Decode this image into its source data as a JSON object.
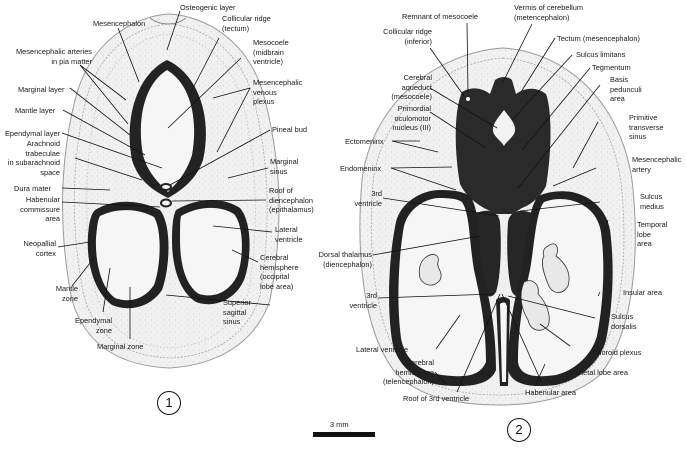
{
  "figures": [
    {
      "number": "1",
      "labels": [
        {
          "id": "mesencephalon",
          "text": "Mesencephalon"
        },
        {
          "id": "osteogenic-layer",
          "text": "Osteogenic layer"
        },
        {
          "id": "collicular-ridge-tectum",
          "text": "Collicular ridge\n(tectum)"
        },
        {
          "id": "mesocoele",
          "text": "Mesocoele\n(midbrain\nventricle)"
        },
        {
          "id": "mesencephalic-arteries",
          "text": "Mesencephalic arteries\nin pia matter"
        },
        {
          "id": "marginal-layer",
          "text": "Marginal layer"
        },
        {
          "id": "mantle-layer",
          "text": "Mantle layer"
        },
        {
          "id": "mesencephalic-venous-plexus",
          "text": "Mesencephalic\nvenous\nplexus"
        },
        {
          "id": "pineal-bud",
          "text": "Pineal bud"
        },
        {
          "id": "ependymal-layer",
          "text": "Ependymal layer"
        },
        {
          "id": "arachnoid-trabeculae",
          "text": "Arachnoid\ntrabeculae\nin subarachnoid\nspace"
        },
        {
          "id": "marginal-sinus",
          "text": "Marginal\nsinus"
        },
        {
          "id": "dura-mater",
          "text": "Dura mater"
        },
        {
          "id": "habenular-commissure",
          "text": "Habenular\ncommissure\narea"
        },
        {
          "id": "roof-of-diencephalon",
          "text": "Roof of\ndiencephalon\n(epithalamus)"
        },
        {
          "id": "lateral-ventricle",
          "text": "Lateral\nventricle"
        },
        {
          "id": "neopallial-cortex",
          "text": "Neopallial\ncortex"
        },
        {
          "id": "cerebral-hemisphere-occipital",
          "text": "Cerebral\nhemisphere\n(occipital\nlobe area)"
        },
        {
          "id": "mantle-zone",
          "text": "Mantle\nzone"
        },
        {
          "id": "superior-sagittal-sinus",
          "text": "Superior\nsagittal\nsinus"
        },
        {
          "id": "ependymal-zone",
          "text": "Ependymal\nzone"
        },
        {
          "id": "marginal-zone",
          "text": "Marginal zone"
        }
      ]
    },
    {
      "number": "2",
      "labels": [
        {
          "id": "remnant-of-mesocoele",
          "text": "Remnant of mesocoele"
        },
        {
          "id": "vermis-of-cerebellum",
          "text": "Vermis of cerebellum\n(metencephalon)"
        },
        {
          "id": "collicular-ridge-inferior",
          "text": "Collicular ridge\n(inferior)"
        },
        {
          "id": "tectum-mesencephalon",
          "text": "Tectum (mesencephalon)"
        },
        {
          "id": "sulcus-limitans",
          "text": "Sulcus limitans"
        },
        {
          "id": "tegmentum",
          "text": "Tegmentum"
        },
        {
          "id": "cerebral-aqueduct",
          "text": "Cerebral\naqueduct\n(mesocoele)"
        },
        {
          "id": "basis-pedunculi",
          "text": "Basis\npedunculi\narea"
        },
        {
          "id": "primordial-oculomotor",
          "text": "Primordial\noculomotor\nnucleus (III)"
        },
        {
          "id": "primitive-transverse-sinus",
          "text": "Primitive\ntransverse\nsinus"
        },
        {
          "id": "ectomeninx",
          "text": "Ectomeninx"
        },
        {
          "id": "mesencephalic-artery",
          "text": "Mesencephalic\nartery"
        },
        {
          "id": "endomeninx",
          "text": "Endomeninx"
        },
        {
          "id": "third-ventricle-upper",
          "text": "3rd\nventricle"
        },
        {
          "id": "sulcus-medius",
          "text": "Sulcus\nmedius"
        },
        {
          "id": "temporal-lobe-area",
          "text": "Temporal\nlobe\narea"
        },
        {
          "id": "dorsal-thalamus",
          "text": "Dorsal thalamus\n(diencephalon)"
        },
        {
          "id": "third-ventricle-lower",
          "text": "3rd\nventricle"
        },
        {
          "id": "insular-area",
          "text": "Insular area"
        },
        {
          "id": "sulcus-dorsalis",
          "text": "Sulcus\ndorsalis"
        },
        {
          "id": "lateral-ventricle-2",
          "text": "Lateral ventricle"
        },
        {
          "id": "choroid-plexus",
          "text": "Choroid plexus"
        },
        {
          "id": "cerebral-hemisphere-telencephalon",
          "text": "Cerebral\nhemisphere\n(telencephalon)"
        },
        {
          "id": "parietal-lobe-area",
          "text": "Parietal lobe area"
        },
        {
          "id": "habenular-area",
          "text": "Habenular area"
        },
        {
          "id": "roof-of-3rd-ventricle",
          "text": "Roof of 3rd ventricle"
        }
      ]
    }
  ],
  "scale": {
    "label": "3 mm"
  }
}
